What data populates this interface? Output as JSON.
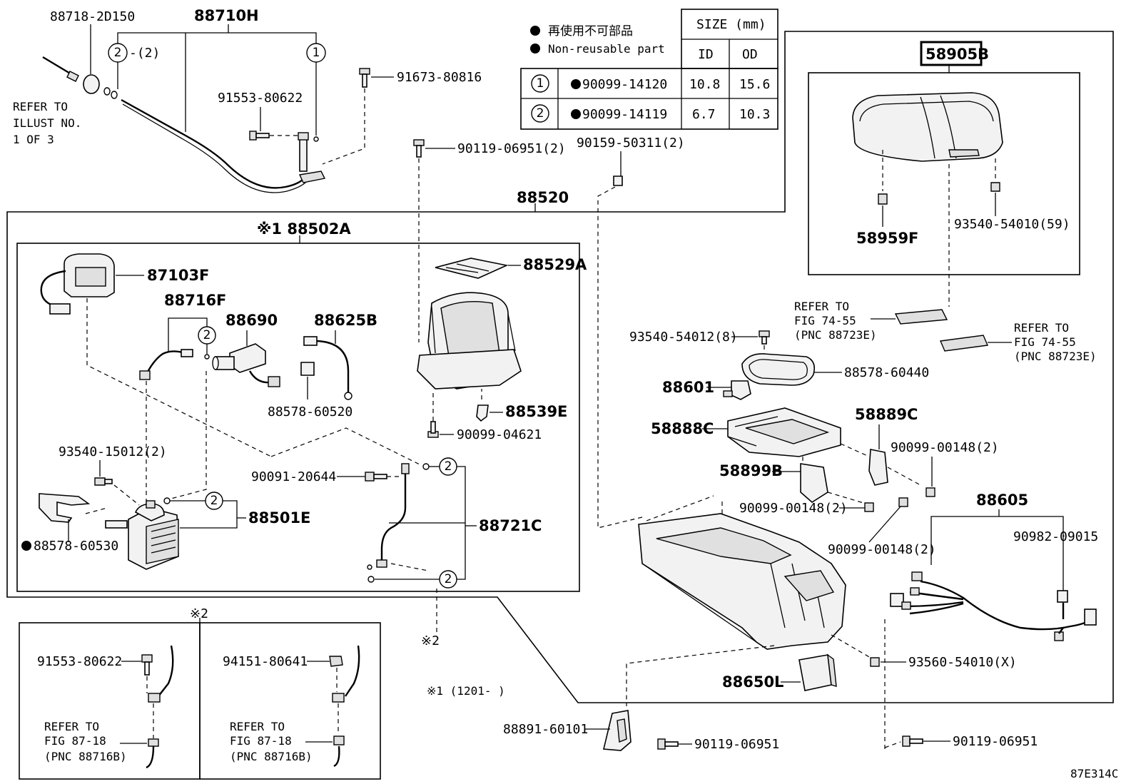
{
  "legend": {
    "jp_label": "再使用不可部品",
    "en_label": "Non-reusable part",
    "size_header": "SIZE (mm)",
    "id_header": "ID",
    "od_header": "OD",
    "rows": [
      {
        "num": "1",
        "part": "90099-14120",
        "id": "10.8",
        "od": "15.6"
      },
      {
        "num": "2",
        "part": "90099-14119",
        "id": "6.7",
        "od": "10.3"
      }
    ]
  },
  "refer_illust": [
    "REFER TO",
    "ILLUST NO.",
    "1 OF 3"
  ],
  "refer_fig_74_55": [
    "REFER TO",
    "FIG 74-55",
    "(PNC 88723E)"
  ],
  "refer_fig_87_18": [
    "REFER TO",
    "FIG 87-18",
    "(PNC 88716B)"
  ],
  "notes": {
    "mark2": "※2",
    "mark1_note": "※1 (1201-      )",
    "assembly_88502A": "※1 88502A",
    "diagram_code": "87E314C",
    "qty_2_suffix": "-(2)"
  },
  "parts": {
    "p88718": "88718-2D150",
    "p88710H": "88710H",
    "p91673": "91673-80816",
    "p91553_top": "91553-80622",
    "p90119_2": "90119-06951(2)",
    "p90159": "90159-50311(2)",
    "p88520": "88520",
    "p88529A": "88529A",
    "p87103F": "87103F",
    "p88716F": "88716F",
    "p88690": "88690",
    "p88625B": "88625B",
    "p88578_60520": "88578-60520",
    "p88539E": "88539E",
    "p90099_04621": "90099-04621",
    "p93540_15012": "93540-15012(2)",
    "p90091": "90091-20644",
    "p88501E": "88501E",
    "p88578_60530": "88578-60530",
    "p88721C": "88721C",
    "p58905B": "58905B",
    "p58959F": "58959F",
    "p93540_54010": "93540-54010(59)",
    "p93540_54012": "93540-54012(8)",
    "p88578_60440": "88578-60440",
    "p88601": "88601",
    "p58888C": "58888C",
    "p58889C": "58889C",
    "p90099_00148_a": "90099-00148(2)",
    "p58899B": "58899B",
    "p90099_00148_b": "90099-00148(2)",
    "p90099_00148_c": "90099-00148(2)",
    "p88605": "88605",
    "p90982": "90982-09015",
    "p93560": "93560-54010(X)",
    "p88650L": "88650L",
    "p88891": "88891-60101",
    "p90119_a": "90119-06951",
    "p90119_b": "90119-06951",
    "p91553_inset": "91553-80622",
    "p94151": "94151-80641"
  },
  "circle_marks": {
    "one": "1",
    "two": "2"
  }
}
